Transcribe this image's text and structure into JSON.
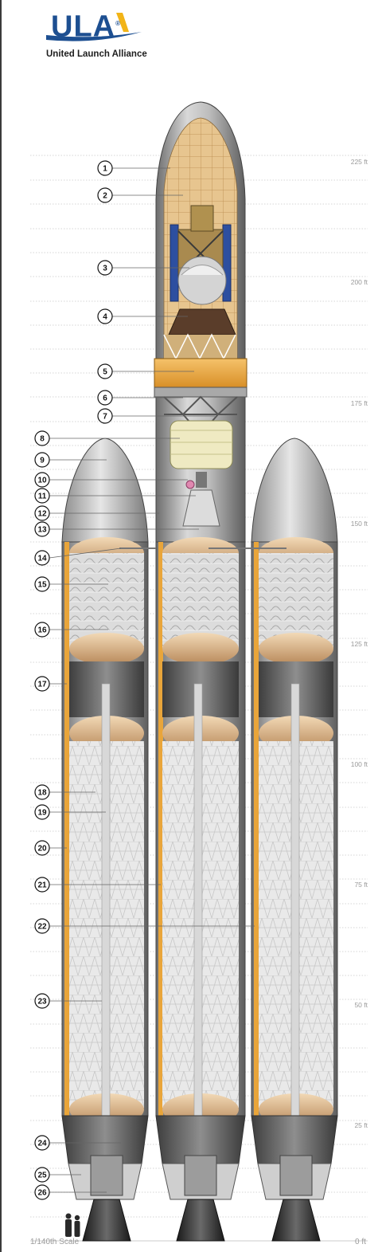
{
  "logo": {
    "mark": "ULA",
    "registered": "®",
    "name": "United Launch Alliance"
  },
  "colors": {
    "brand_blue": "#1d4f91",
    "accent_gold": "#f2b417",
    "interstage_orange": "#e9a53a",
    "tank_tan": "#d9b68a",
    "fairing_gray": "#8a8a8a"
  },
  "height_scale": {
    "labels": [
      "225 ft",
      "200 ft",
      "175 ft",
      "150 ft",
      "125 ft",
      "100 ft",
      "75 ft",
      "50 ft",
      "25 ft"
    ],
    "zero": "0 ft",
    "scale_note": "1/140th Scale"
  },
  "callouts": [
    "1",
    "2",
    "3",
    "4",
    "5",
    "6",
    "7",
    "8",
    "9",
    "10",
    "11",
    "12",
    "13",
    "14",
    "15",
    "16",
    "17",
    "18",
    "19",
    "20",
    "21",
    "22",
    "23",
    "24",
    "25",
    "26"
  ]
}
